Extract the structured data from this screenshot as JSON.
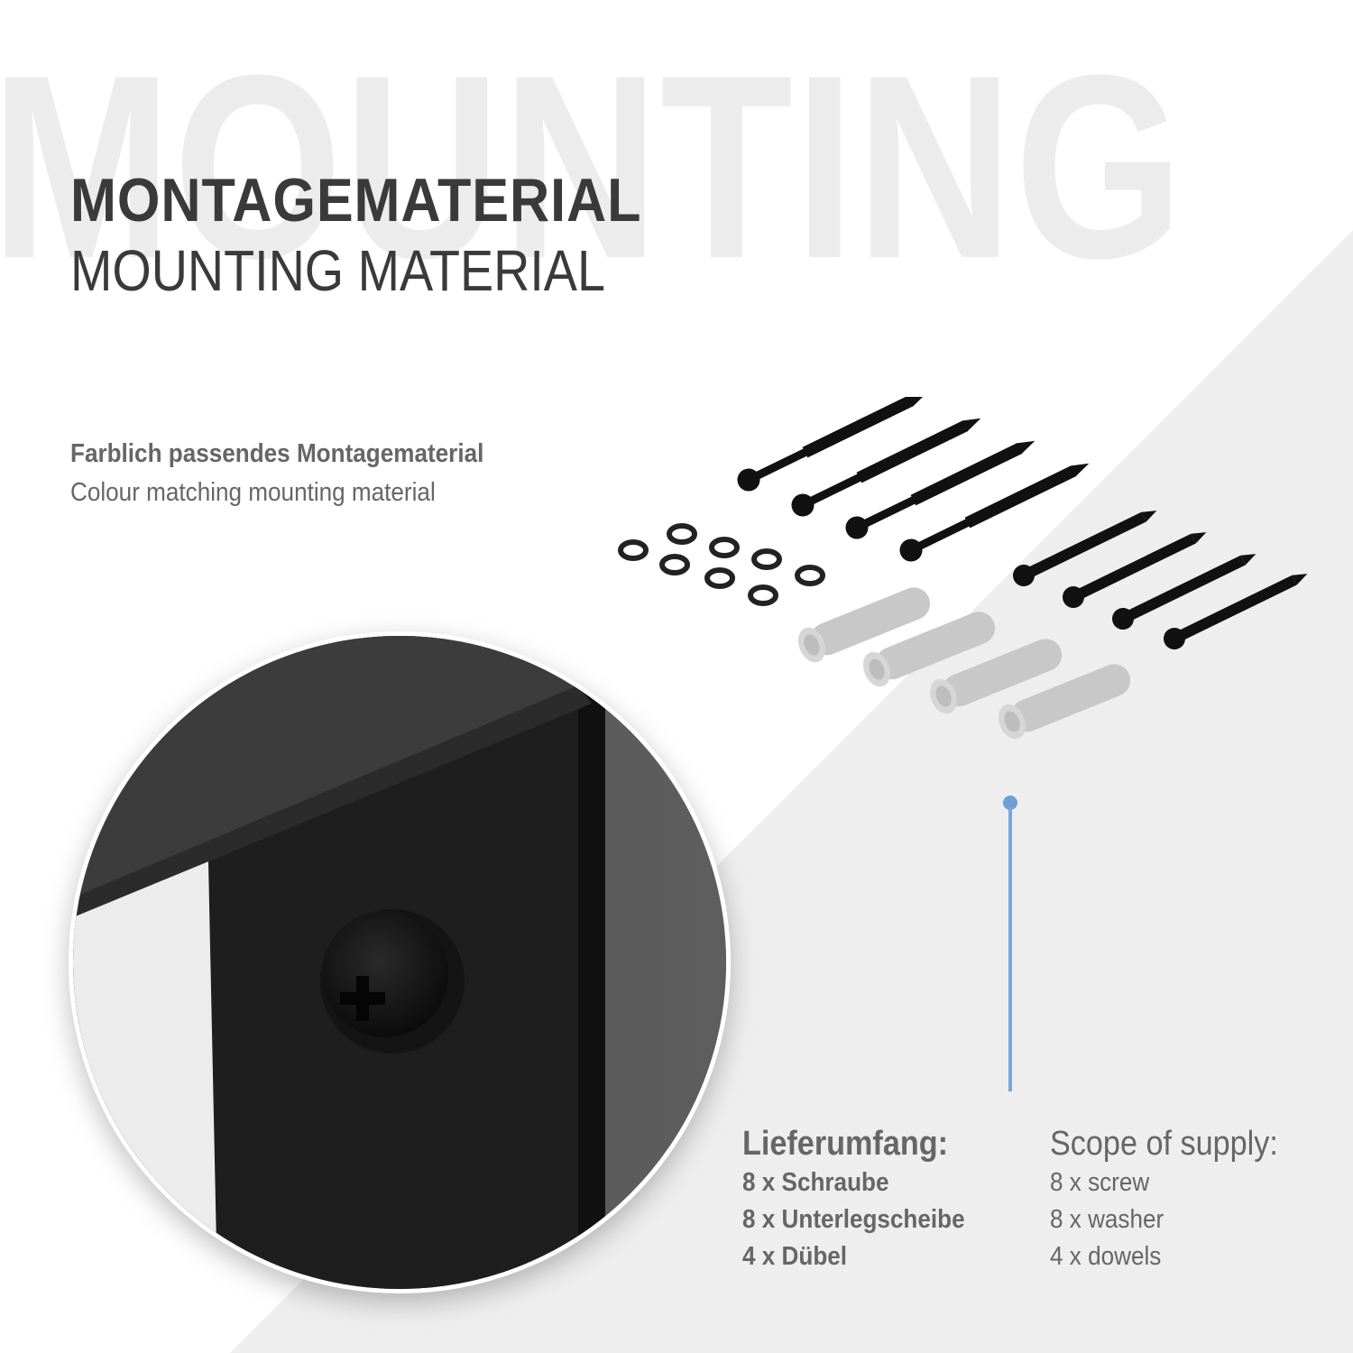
{
  "background": {
    "watermark": "MOUNTING",
    "colors": {
      "white": "#ffffff",
      "diagonal_gray": "#eeeeee",
      "watermark": "#ececec",
      "text": "#3a3a3a",
      "subtext": "#666666",
      "accent_blue": "#7aa5d8"
    }
  },
  "header": {
    "title_de": "MONTAGEMATERIAL",
    "title_en": "MOUNTING MATERIAL"
  },
  "feature": {
    "subtitle_de": "Farblich passendes Montagematerial",
    "subtitle_en": "Colour matching mounting material"
  },
  "supply": {
    "de": {
      "heading": "Lieferumfang:",
      "items": [
        "8 x Schraube",
        "8 x Unterlegscheibe",
        "4 x Dübel"
      ]
    },
    "en": {
      "heading": "Scope of supply:",
      "items": [
        "8 x screw",
        "8 x washer",
        "4 x dowels"
      ]
    }
  },
  "hardware": {
    "long_screws": 4,
    "short_screws": 4,
    "washers": 8,
    "dowels": 4
  }
}
